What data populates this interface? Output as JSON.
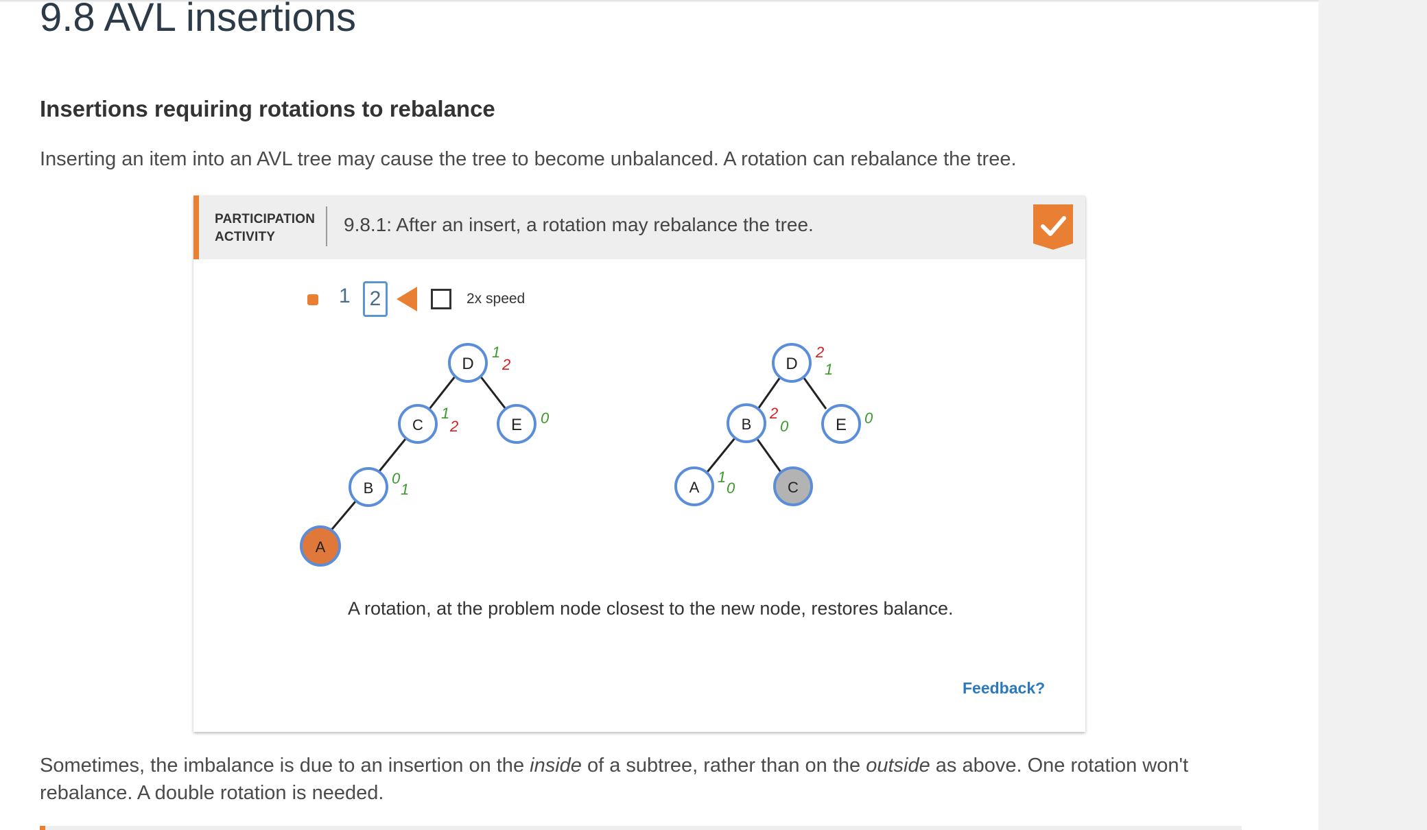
{
  "page": {
    "title": "9.8 AVL insertions",
    "section_title": "Insertions requiring rotations to rebalance",
    "intro": "Inserting an item into an AVL tree may cause the tree to become unbalanced. A rotation can rebalance the tree."
  },
  "activity": {
    "label_line1": "PARTICIPATION",
    "label_line2": "ACTIVITY",
    "title": "9.8.1: After an insert, a rotation may rebalance the tree.",
    "completion_icon": "checkmark-icon",
    "step_1": "1",
    "step_2": "2",
    "speed_label": "2x speed",
    "caption": "A rotation, at the problem node closest to the new node, restores balance.",
    "feedback": "Feedback?",
    "colors": {
      "accent": "#e87f33",
      "node_border": "#5b8dd9",
      "height_red": "#d22020",
      "height_green": "#3a9a2a",
      "new_node": "#e0783a",
      "highlight_node": "#b3b3b3",
      "link": "#2a79bf"
    }
  },
  "trees": {
    "before": {
      "nodes": [
        {
          "label": "D",
          "h1": "1",
          "h2": "2"
        },
        {
          "label": "C",
          "h1": "1",
          "h2": "2"
        },
        {
          "label": "E",
          "h1": "0",
          "h2": ""
        },
        {
          "label": "B",
          "h1": "0",
          "h2": "1"
        },
        {
          "label": "A",
          "h1": "",
          "h2": ""
        }
      ]
    },
    "after": {
      "nodes": [
        {
          "label": "D",
          "h1": "2",
          "h2": "1"
        },
        {
          "label": "B",
          "h1": "2",
          "h2": "0"
        },
        {
          "label": "E",
          "h1": "0",
          "h2": ""
        },
        {
          "label": "A",
          "h1": "1",
          "h2": "0"
        },
        {
          "label": "C",
          "h1": "",
          "h2": ""
        }
      ]
    }
  },
  "outro": {
    "part1": "Sometimes, the imbalance is due to an insertion on the ",
    "emph1": "inside",
    "part2": " of a subtree, rather than on the ",
    "emph2": "outside",
    "part3": " as above. One rotation won't rebalance. A double rotation is needed."
  }
}
